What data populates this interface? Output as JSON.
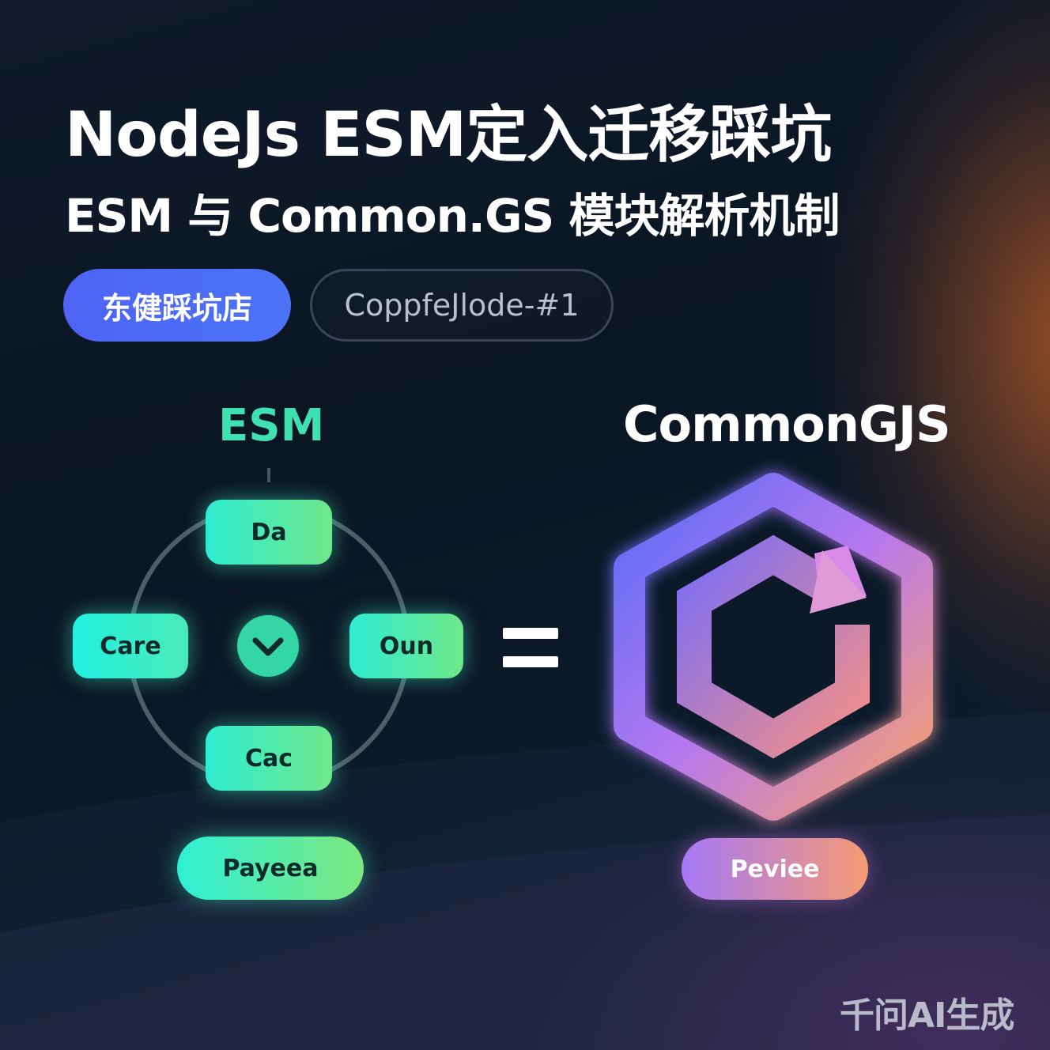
{
  "header": {
    "title": "NodeJs ESM定入迁移踩坑",
    "subtitle": "ESM 与 Common.GS 模块解析机制"
  },
  "tags": {
    "primary_label": "东健踩坑店",
    "secondary_label": "CoppfeJlode-#1"
  },
  "esm": {
    "label": "ESM",
    "nodes": {
      "top": "Da",
      "left": "Care",
      "right": "Oun",
      "bottom": "Cac"
    },
    "pill_label": "Payeea"
  },
  "commonjs": {
    "label": "CommonGJS",
    "pill_label": "Peviee"
  },
  "watermark": "千问AI生成",
  "colors": {
    "esm_accent": "#3fe0b2",
    "primary_pill": "#4f63f5",
    "cjs_gradient_start": "#5b6cf6",
    "cjs_gradient_end": "#f59a74"
  },
  "icons": {
    "center_badge": "chevron-down-icon",
    "cjs_logo": "hexagon-cycle-icon",
    "separator": "equals-icon"
  }
}
